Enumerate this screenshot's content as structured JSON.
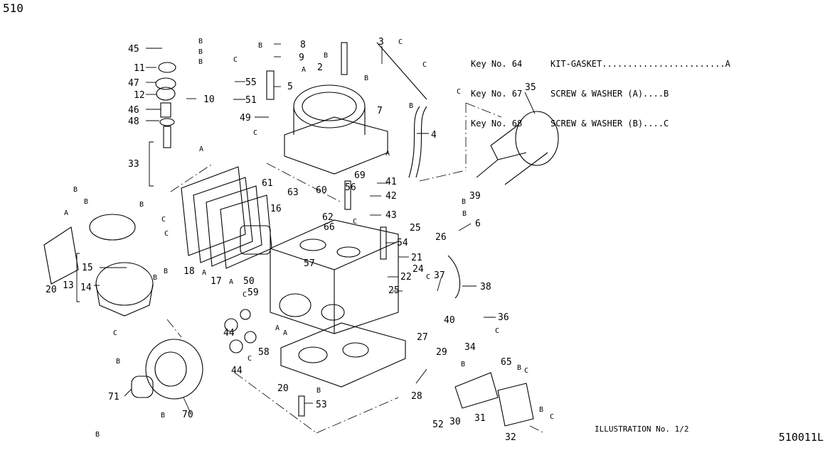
{
  "page_number": "510",
  "illustration_caption": "ILLUSTRATION No. 1/2",
  "illustration_code": "510011L",
  "legend": [
    {
      "key": "Key No. 64",
      "desc": "KIT-GASKET........................A"
    },
    {
      "key": "Key No. 67",
      "desc": "SCREW & WASHER (A)....B"
    },
    {
      "key": "Key No. 68",
      "desc": "SCREW & WASHER (B)....C"
    }
  ],
  "callouts": {
    "n2": "2",
    "n3": "3",
    "n4": "4",
    "n5": "5",
    "n6": "6",
    "n7": "7",
    "n8": "8",
    "n9": "9",
    "n10": "10",
    "n11": "11",
    "n12": "12",
    "n13": "13",
    "n14": "14",
    "n15": "15",
    "n16": "16",
    "n17": "17",
    "n18": "18",
    "n20a": "20",
    "n20b": "20",
    "n21": "21",
    "n22": "22",
    "n24": "24",
    "n25a": "25",
    "n25b": "25",
    "n26": "26",
    "n27": "27",
    "n28": "28",
    "n29": "29",
    "n30": "30",
    "n31": "31",
    "n32": "32",
    "n33": "33",
    "n34": "34",
    "n35": "35",
    "n36": "36",
    "n37": "37",
    "n38": "38",
    "n39": "39",
    "n40": "40",
    "n41": "41",
    "n42": "42",
    "n43": "43",
    "n44a": "44",
    "n44b": "44",
    "n45": "45",
    "n46": "46",
    "n47": "47",
    "n48": "48",
    "n49": "49",
    "n50": "50",
    "n51": "51",
    "n52": "52",
    "n53": "53",
    "n54": "54",
    "n55": "55",
    "n56": "56",
    "n57": "57",
    "n58": "58",
    "n59": "59",
    "n60": "60",
    "n61": "61",
    "n62": "62",
    "n63": "63",
    "n65": "65",
    "n66": "66",
    "n69": "69",
    "n70": "70",
    "n71": "71"
  },
  "letters": {
    "A": "A",
    "B": "B",
    "C": "C"
  }
}
